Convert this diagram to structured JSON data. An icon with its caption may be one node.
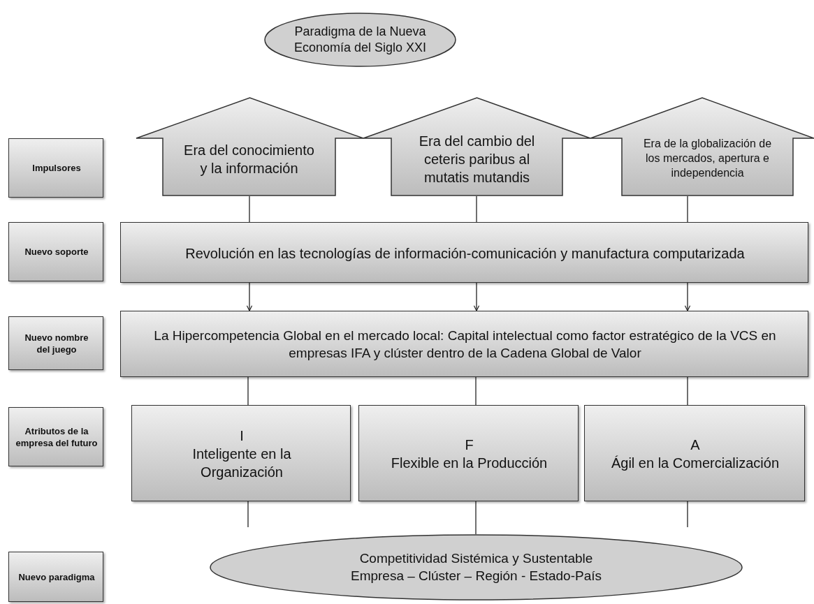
{
  "diagram": {
    "nodes": [
      {
        "text": [
          "Paradigma de la Nueva Economía del Siglo XXI"
        ]
      },
      {
        "text": [
          "Impulsores"
        ]
      },
      {
        "text": [
          "Era del conocimiento y la información"
        ]
      },
      {
        "text": [
          "Era del cambio del ceteris paribus al mutatis mutandis"
        ]
      },
      {
        "text": [
          "Era de la globalización de los mercados, apertura e independencia"
        ]
      },
      {
        "text": [
          "Nuevo soporte"
        ]
      },
      {
        "text": [
          "Revolución en las tecnologías de información-comunicación y manufactura computarizada"
        ]
      },
      {
        "text": [
          "Nuevo nombre del juego"
        ]
      },
      {
        "text": [
          "La Hipercompetencia Global en el mercado local: Capital intelectual como factor estratégico de la VCS en empresas IFA y clúster dentro de la Cadena Global de Valor"
        ]
      },
      {
        "text": [
          "Atributos de la empresa del futuro"
        ]
      },
      {
        "text": [
          "I",
          "Inteligente en la Organización"
        ]
      },
      {
        "text": [
          "F",
          "Flexible en la Producción"
        ]
      },
      {
        "text": [
          "A",
          "Ágil en la Comercialización"
        ]
      },
      {
        "text": [
          "Nuevo paradigma"
        ]
      },
      {
        "text": [
          "Competitividad Sistémica y Sustentable",
          "Empresa – Clúster – Región - Estado-País"
        ]
      }
    ],
    "edges": [
      {
        "from": 2,
        "to": 6,
        "arrow": "none"
      },
      {
        "from": 3,
        "to": 6,
        "arrow": "none"
      },
      {
        "from": 4,
        "to": 6,
        "arrow": "none"
      },
      {
        "from": 6,
        "to": 8,
        "arrow": "to"
      },
      {
        "from": 6,
        "to": 8,
        "arrow": "to"
      },
      {
        "from": 6,
        "to": 8,
        "arrow": "to"
      },
      {
        "from": 8,
        "to": 10,
        "arrow": "none"
      },
      {
        "from": 8,
        "to": 11,
        "arrow": "none"
      },
      {
        "from": 8,
        "to": 12,
        "arrow": "none"
      },
      {
        "from": 10,
        "to": null,
        "arrow": "none"
      },
      {
        "from": 11,
        "to": 14,
        "arrow": "none"
      },
      {
        "from": 12,
        "to": null,
        "arrow": "none"
      }
    ]
  }
}
